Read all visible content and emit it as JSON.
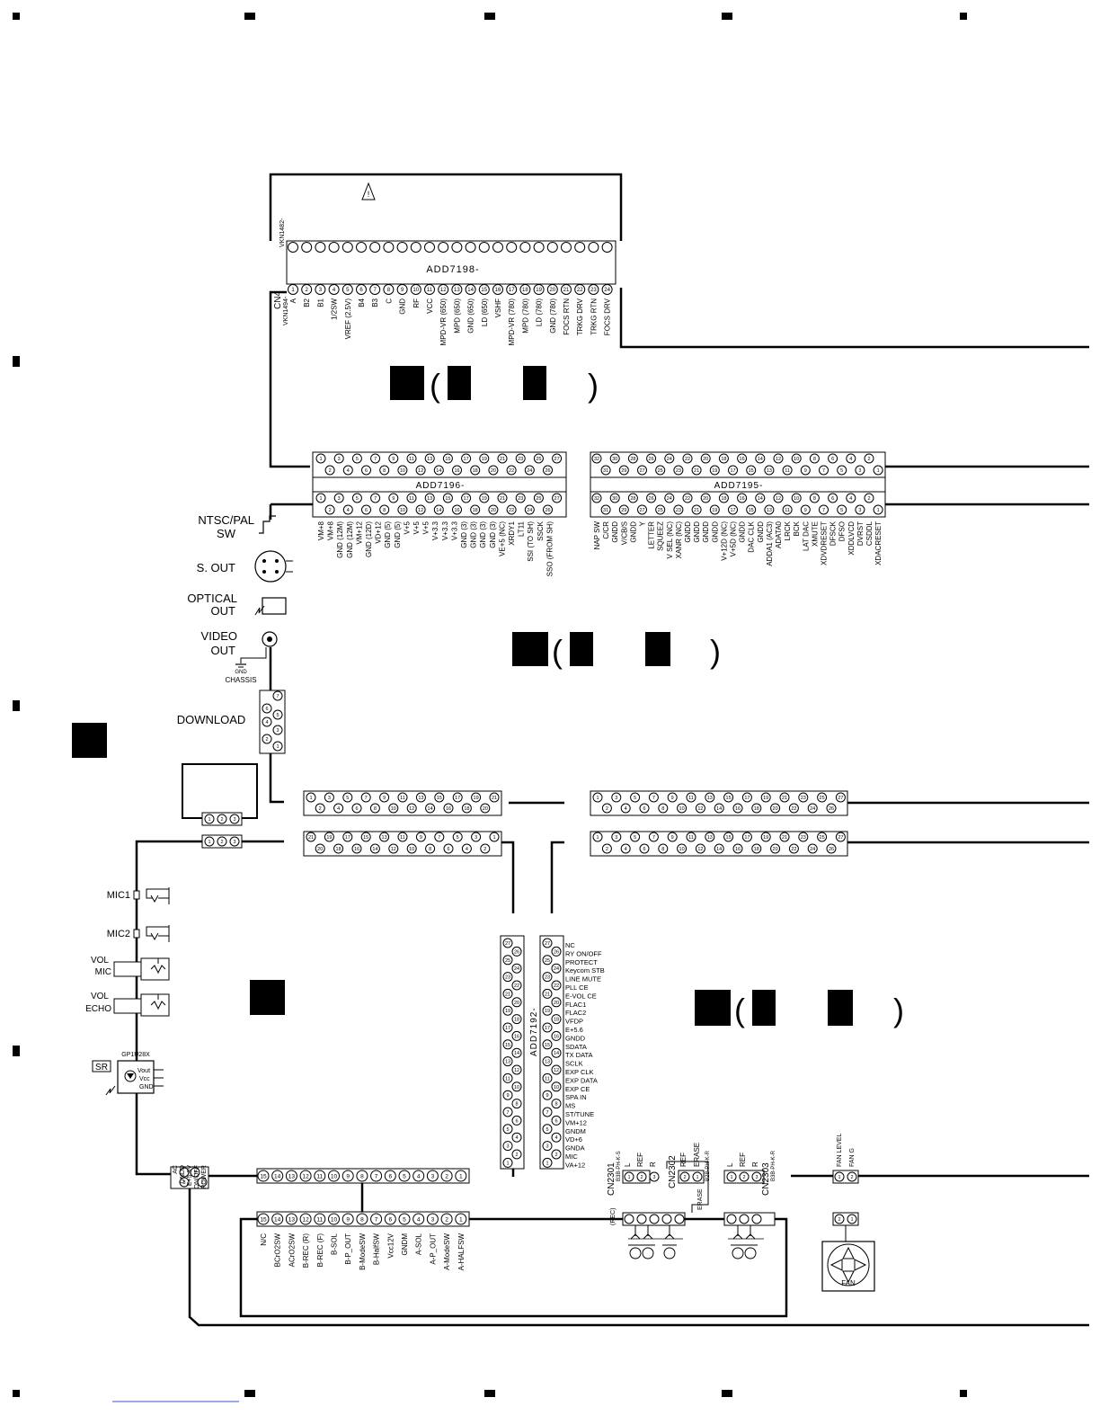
{
  "pickup_connector": {
    "part": "VKN1482-",
    "ref": "CN4",
    "ref_sub": "VKN1494-",
    "board": "ADD7198-",
    "pin_count": 24,
    "pins": [
      "A",
      "B2",
      "B1",
      "1/2SW",
      "VREF (2.5V)",
      "B4",
      "B3",
      "C",
      "GND",
      "RF",
      "VCC",
      "MPD-VR (650)",
      "MPD (650)",
      "GND (650)",
      "LD (650)",
      "VSHF",
      "MPD-VR (780)",
      "MPD (780)",
      "LD (780)",
      "GND (780)",
      "FOCS RTN",
      "TRKG DRV",
      "TRKG RTN",
      "FOCS DRV"
    ]
  },
  "add7196": {
    "name": "ADD7196-",
    "pins": [
      "VM+8",
      "VM+8",
      "GND (12M)",
      "GND (12M)",
      "VM+12",
      "GND (12D)",
      "VD+12",
      "GND (5)",
      "GND (5)",
      "V+5",
      "V+5",
      "V+5",
      "V+3.3",
      "V+3.3",
      "V+3.3",
      "GND (3)",
      "GND (3)",
      "GND (3)",
      "GND (3)",
      "VE+5 (NC)",
      "XRDY1",
      "LT11",
      "SSI (TO SH)",
      "SSCK",
      "SSO (FROM SH)"
    ]
  },
  "add7195": {
    "name": "ADD7195-",
    "pins": [
      "NAP SW",
      "C/CR",
      "GNDD",
      "V/CB/S",
      "GNDD",
      "Y",
      "LETTER",
      "SQUEEZ",
      "V SEL (NC)",
      "XANR (NC)",
      "GNDD",
      "GNDD",
      "GNDD",
      "GNDD",
      "V+12D (NC)",
      "V+5D (NC)",
      "GNDD",
      "DAC CLK",
      "GNDD",
      "ADDA1 (AC3)",
      "ADATA0",
      "LRCK",
      "BCK",
      "LAT DAC",
      "XMUTE",
      "XDVDRESET",
      "DFSCK",
      "DFSO",
      "XDDLVCD",
      "DVRST",
      "CSDDL",
      "XDACRESET"
    ]
  },
  "rear_jacks": {
    "ntsc_pal": "NTSC/PAL",
    "sw": "SW",
    "s_out": "S. OUT",
    "optical": "OPTICAL",
    "out": "OUT",
    "video": "VIDEO",
    "gnd": "GND",
    "chassis": "CHASSIS",
    "download": "DOWNLOAD"
  },
  "front_inputs": {
    "mic1": "MIC1",
    "mic2": "MIC2",
    "vol": "VOL",
    "mic": "MIC",
    "echo": "ECHO",
    "sr": "SR",
    "sensor": "GP1U28X",
    "sensor_pins": [
      "Vout",
      "Vcc",
      "GND"
    ]
  },
  "add7192": {
    "name": "ADD7192-",
    "pins": [
      "NC",
      "RY ON/OFF",
      "PROTECT",
      "Keycom STB",
      "LINE MUTE",
      "PLL CE",
      "E-VOL CE",
      "FLAC1",
      "FLAC2",
      "VFDP",
      "E+5.6",
      "GNDD",
      "SDATA",
      "TX DATA",
      "SCLK",
      "EXP CLK",
      "EXP DATA",
      "EXP CE",
      "SPA IN",
      "MS",
      "ST/TUNE",
      "VM+12",
      "GNDM",
      "VD+6",
      "GNDA",
      "MIC",
      "VA+12"
    ]
  },
  "power_conn": {
    "pins": [
      "AC",
      "GNDD",
      "E+5.8V",
      "ON/OFF",
      "POWER"
    ]
  },
  "deck_conn": {
    "pins": [
      "N/C",
      "BCrO2SW",
      "ACrO2SW",
      "B-REC (R)",
      "B-REC (F)",
      "B-SOL",
      "B-P_OUT",
      "B-ModeSW",
      "B-HalfSW",
      "Vcc12V",
      "GNDM",
      "A-SOL",
      "A-P_OUT",
      "A-ModeSW",
      "A-HALFSW"
    ]
  },
  "heads": {
    "cn2301": "CN2301",
    "cn2301_part": "B3B-PH-K-S",
    "rec": "(REC)",
    "cn2302": "CN2302",
    "cn2302_part": "B2B-PH-K-R",
    "cn2303": "CN2303",
    "cn2303_part": "B3B-PH-K-R",
    "l": "L",
    "ref": "REF",
    "r": "R",
    "erase": "ERASE"
  },
  "fan": {
    "fan_level": "FAN LEVEL",
    "fan_g": "FAN G",
    "label": "FAN"
  }
}
